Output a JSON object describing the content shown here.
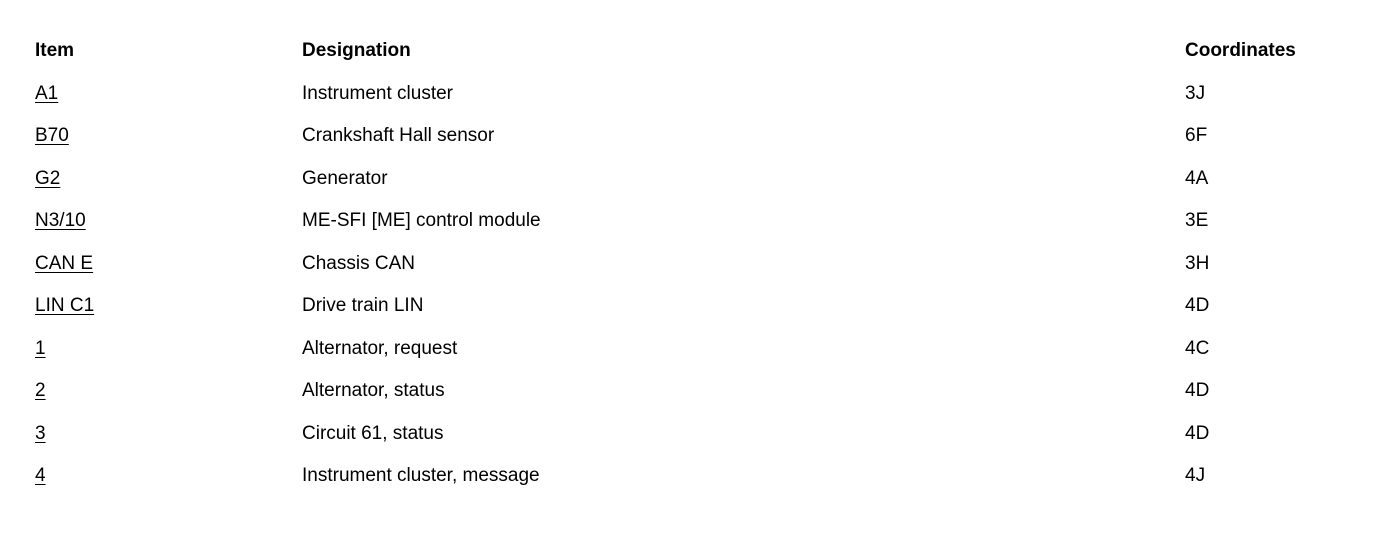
{
  "table": {
    "headers": {
      "item": "Item",
      "designation": "Designation",
      "coordinates": "Coordinates"
    },
    "rows": [
      {
        "item": "A1",
        "designation": "Instrument cluster",
        "coordinates": "3J"
      },
      {
        "item": "B70",
        "designation": "Crankshaft Hall sensor",
        "coordinates": "6F"
      },
      {
        "item": "G2",
        "designation": "Generator",
        "coordinates": "4A"
      },
      {
        "item": "N3/10",
        "designation": "ME-SFI [ME] control module",
        "coordinates": "3E"
      },
      {
        "item": "CAN E",
        "designation": "Chassis CAN",
        "coordinates": "3H"
      },
      {
        "item": "LIN C1",
        "designation": "Drive train LIN",
        "coordinates": "4D"
      },
      {
        "item": "1",
        "designation": "Alternator, request",
        "coordinates": "4C"
      },
      {
        "item": "2",
        "designation": "Alternator, status",
        "coordinates": "4D"
      },
      {
        "item": "3",
        "designation": "Circuit 61, status",
        "coordinates": "4D"
      },
      {
        "item": "4",
        "designation": "Instrument cluster, message",
        "coordinates": "4J"
      }
    ],
    "colors": {
      "text": "#000000",
      "background": "#ffffff",
      "link": "#000000"
    }
  }
}
